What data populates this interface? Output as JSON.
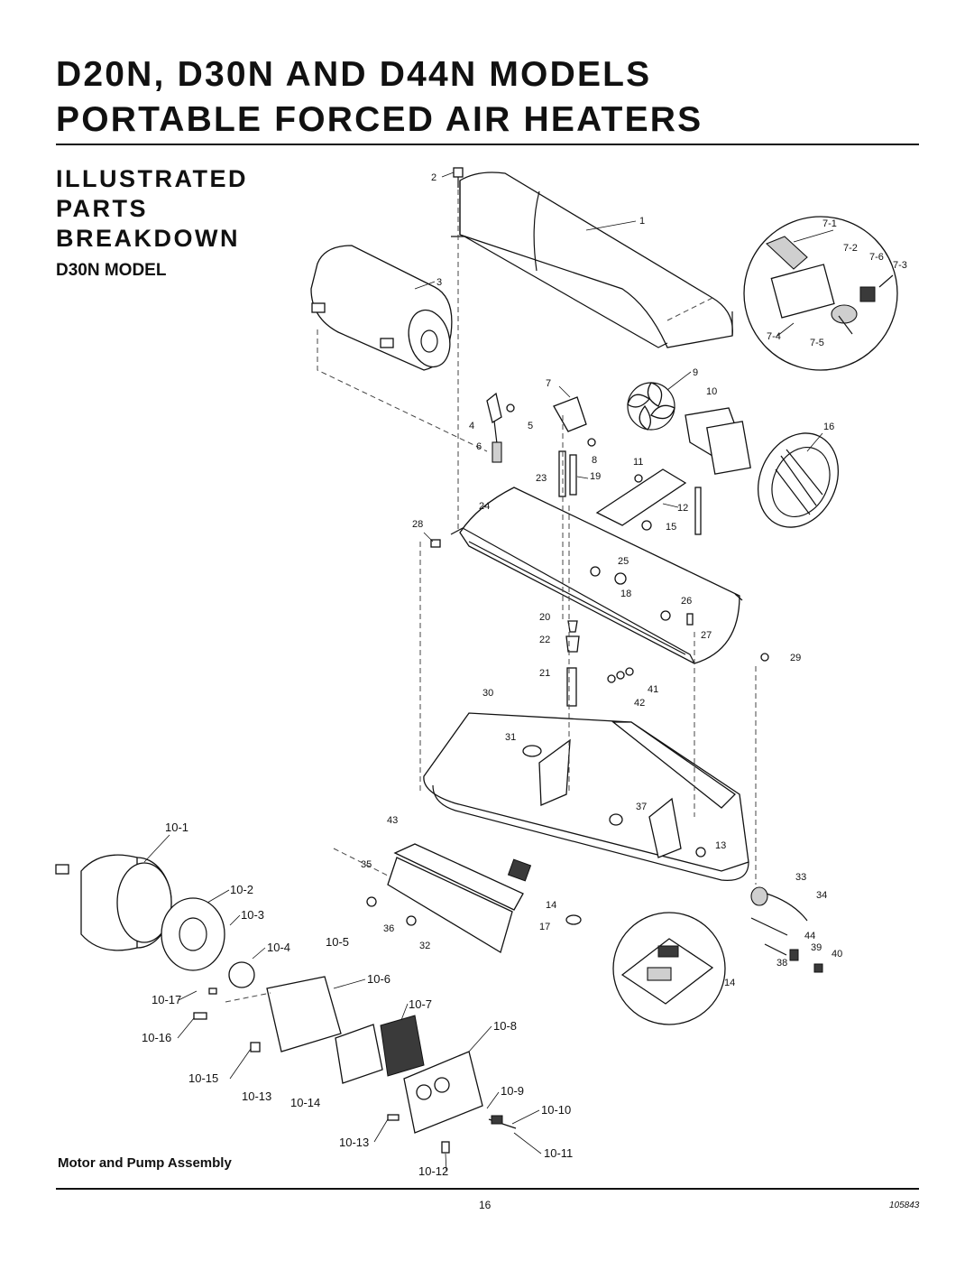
{
  "header": {
    "title_line1": "D20N, D30N AND D44N MODELS",
    "title_line2": "PORTABLE FORCED AIR HEATERS"
  },
  "section": {
    "line1": "ILLUSTRATED",
    "line2": "PARTS",
    "line3": "BREAKDOWN",
    "model": "D30N MODEL"
  },
  "diagram": {
    "caption": "Motor and Pump Assembly",
    "part_labels": {
      "p1": "1",
      "p2": "2",
      "p3": "3",
      "p4": "4",
      "p5": "5",
      "p6": "6",
      "p7": "7",
      "p8": "8",
      "p9": "9",
      "p10": "10",
      "p11": "11",
      "p12": "12",
      "p13": "13",
      "p14a": "14",
      "p14b": "14",
      "p15": "15",
      "p16": "16",
      "p17": "17",
      "p18": "18",
      "p19": "19",
      "p20": "20",
      "p21": "21",
      "p22": "22",
      "p23": "23",
      "p24": "24",
      "p25": "25",
      "p26": "26",
      "p27": "27",
      "p28": "28",
      "p29": "29",
      "p30": "30",
      "p31": "31",
      "p32": "32",
      "p33": "33",
      "p34": "34",
      "p35": "35",
      "p36": "36",
      "p37": "37",
      "p38": "38",
      "p39": "39",
      "p40": "40",
      "p41": "41",
      "p42": "42",
      "p43": "43",
      "p44": "44",
      "p7_1": "7-1",
      "p7_2": "7-2",
      "p7_3": "7-3",
      "p7_4": "7-4",
      "p7_5": "7-5",
      "p7_6": "7-6",
      "p10_1": "10-1",
      "p10_2": "10-2",
      "p10_3": "10-3",
      "p10_4": "10-4",
      "p10_5": "10-5",
      "p10_6": "10-6",
      "p10_7": "10-7",
      "p10_8": "10-8",
      "p10_9": "10-9",
      "p10_10": "10-10",
      "p10_11": "10-11",
      "p10_12": "10-12",
      "p10_13a": "10-13",
      "p10_13b": "10-13",
      "p10_14": "10-14",
      "p10_15": "10-15",
      "p10_16": "10-16",
      "p10_17": "10-17"
    }
  },
  "footer": {
    "page_number": "16",
    "doc_number": "105843"
  }
}
